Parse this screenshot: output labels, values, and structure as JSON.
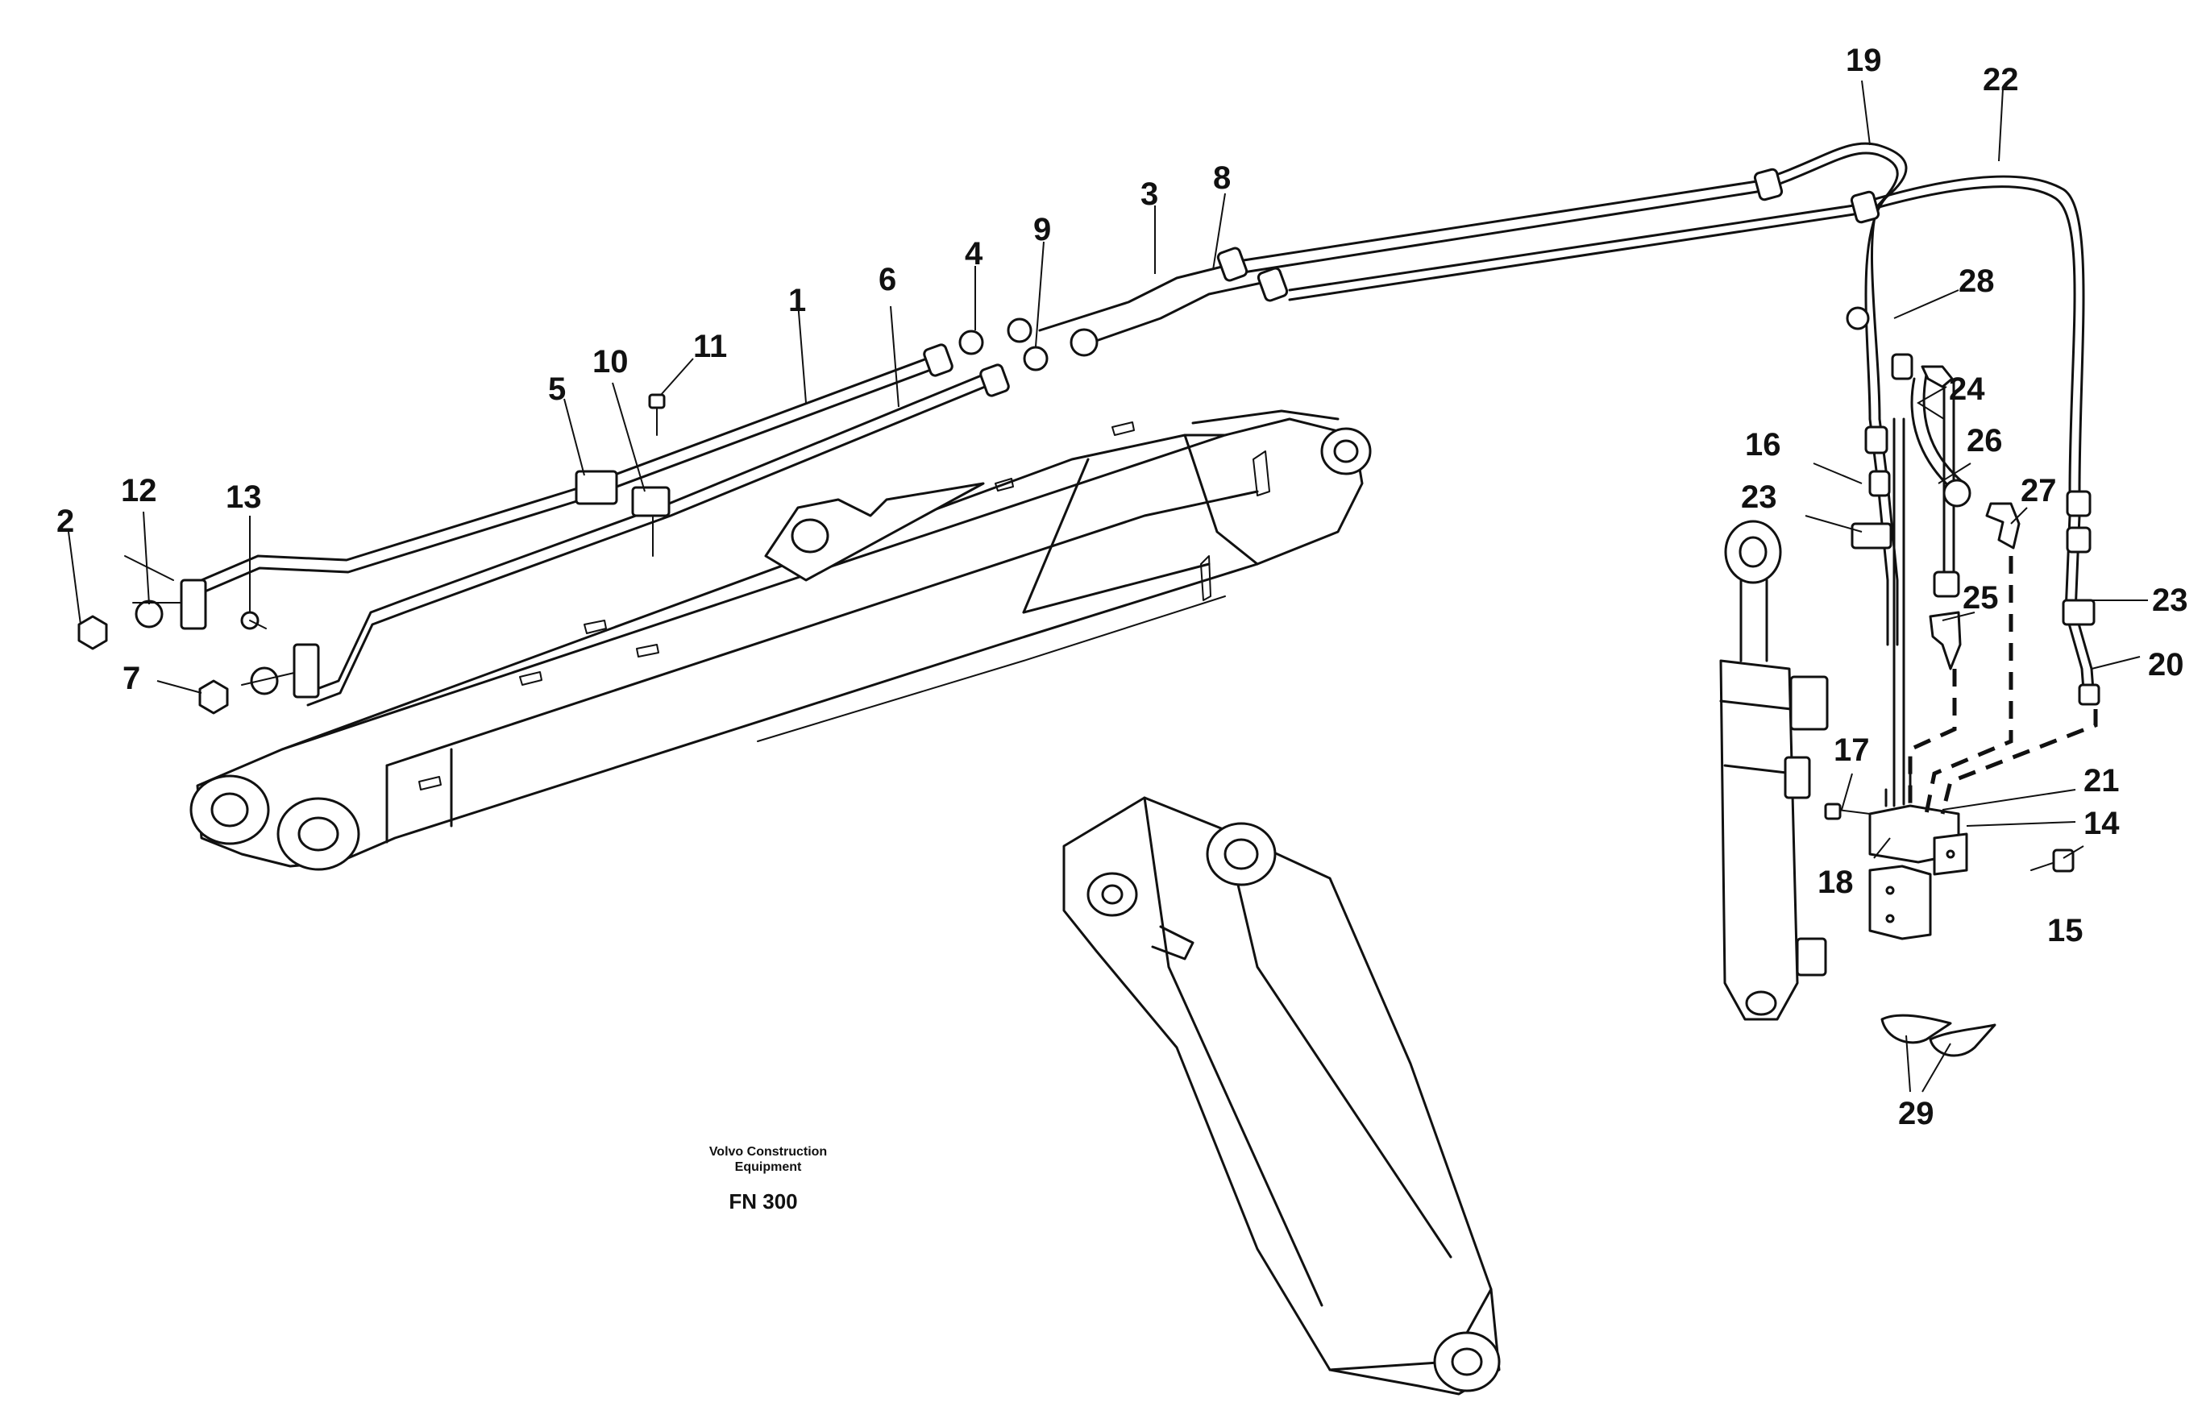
{
  "diagram": {
    "callouts": [
      "1",
      "2",
      "3",
      "4",
      "5",
      "6",
      "7",
      "8",
      "9",
      "10",
      "11",
      "12",
      "13",
      "14",
      "15",
      "16",
      "17",
      "18",
      "19",
      "20",
      "21",
      "22",
      "23",
      "23",
      "24",
      "25",
      "26",
      "27",
      "28",
      "29"
    ],
    "caption": {
      "company_line1": "Volvo Construction",
      "company_line2": "Equipment",
      "code": "FN 300"
    }
  }
}
